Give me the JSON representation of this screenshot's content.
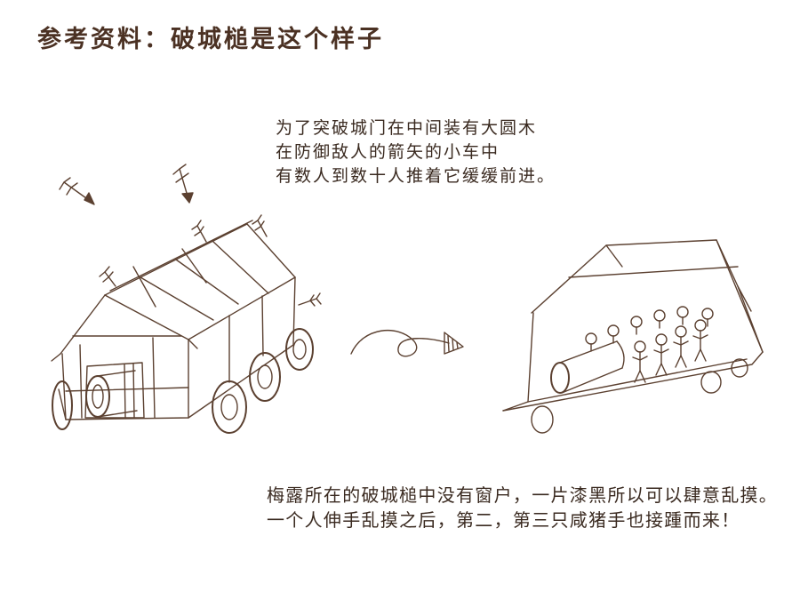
{
  "title": "参考资料：破城槌是这个样子",
  "description": {
    "lines": [
      "为了突破城门在中间装有大圆木",
      "在防御敌人的箭矢的小车中",
      "有数人到数十人推着它缓缓前进。"
    ]
  },
  "story": {
    "lines": [
      "梅露所在的破城槌中没有窗户，一片漆黑所以可以肆意乱摸。",
      "一个人伸手乱摸之后，第二，第三只咸猪手也接踵而来！"
    ]
  },
  "colors": {
    "ink": "#3a2a20",
    "title": "#4b3123",
    "sketch": "#5b4030",
    "background": "#ffffff"
  }
}
